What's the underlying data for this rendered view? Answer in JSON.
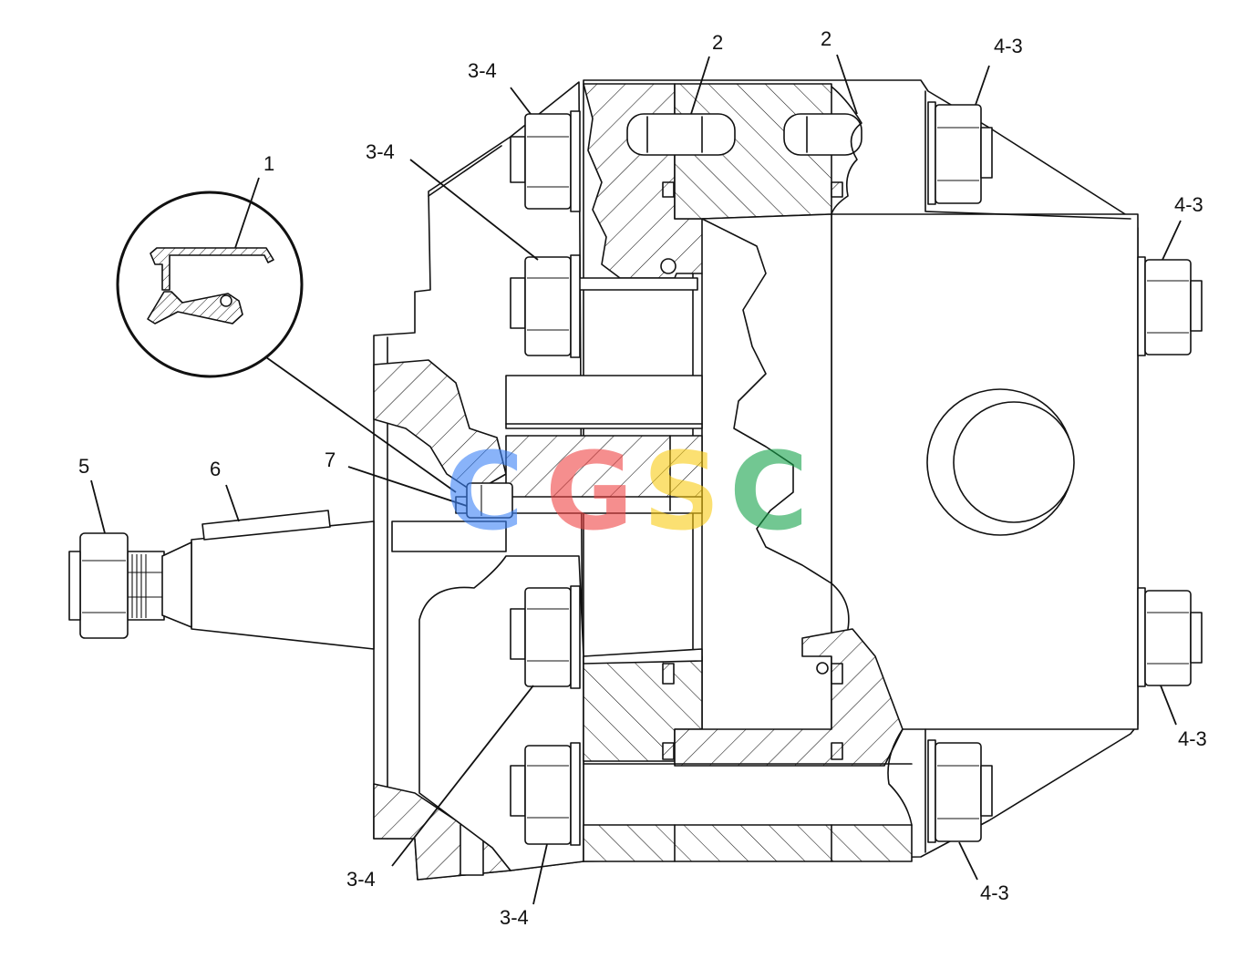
{
  "callouts": {
    "c1": "1",
    "c2a": "2",
    "c2b": "2",
    "c34_top": "3-4",
    "c34_upper": "3-4",
    "c34_lower_left": "3-4",
    "c34_bottom": "3-4",
    "c43_top": "4-3",
    "c43_right_upper": "4-3",
    "c43_right_lower": "4-3",
    "c43_bottom": "4-3",
    "c5": "5",
    "c6": "6",
    "c7": "7"
  },
  "watermark": {
    "letters": [
      "C",
      "G",
      "S",
      "C"
    ],
    "colors": [
      "#3b82f6",
      "#ef4444",
      "#facc15",
      "#16a34a"
    ]
  },
  "colors": {
    "line": "#111111",
    "background": "#ffffff"
  }
}
